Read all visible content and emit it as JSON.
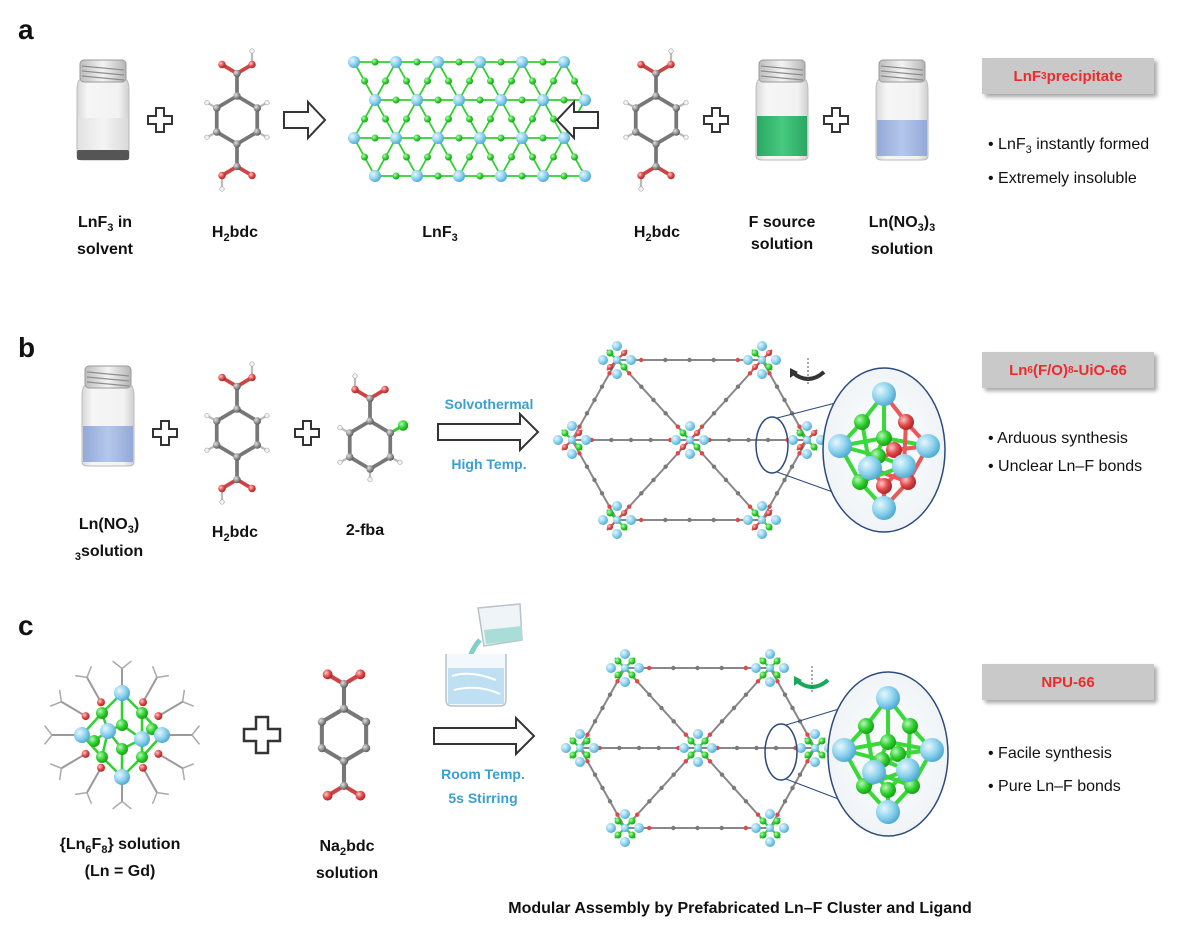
{
  "footer": "Modular Assembly by Prefabricated Ln–F Cluster and Ligand",
  "colors": {
    "atom_ln": "#8fd3ee",
    "atom_f": "#2fd12f",
    "atom_o": "#e04848",
    "carbon": "#8a8a8a",
    "accent_red": "#ee2b2b",
    "accent_blue": "#3a9fd1",
    "badge_bg": "#c9c9c9",
    "liquid_green": "#3cbf74",
    "liquid_blue": "#a7bde6"
  },
  "panel_a": {
    "letter": "a",
    "vial1_l1_pre": "LnF",
    "vial1_l1_sub": "3",
    "vial1_l1_post": " in",
    "vial1_l2": "solvent",
    "ligand1_pre": "H",
    "ligand1_sub": "2",
    "ligand1_post": "bdc",
    "product_pre": "LnF",
    "product_sub": "3",
    "ligand2_pre": "H",
    "ligand2_sub": "2",
    "ligand2_post": "bdc",
    "fsource_l1": "F source",
    "fsource_l2": "solution",
    "lnno3_l1_pre": "Ln(NO",
    "lnno3_l1_sub": "3",
    "lnno3_l1_post": ")",
    "lnno3_l1_sub2": "3",
    "lnno3_l2": "solution",
    "badge_pre": "LnF",
    "badge_sub": "3",
    "badge_post": " precipitate",
    "bullet1_pre": "• LnF",
    "bullet1_sub": "3",
    "bullet1_post": " instantly formed",
    "bullet2": "• Extremely insoluble"
  },
  "panel_b": {
    "letter": "b",
    "lnno3_l1_pre": "Ln(NO",
    "lnno3_l1_sub": "3",
    "lnno3_l1_post": ")",
    "lnno3_l2_sub": "3",
    "lnno3_l2": "solution",
    "ligand_pre": "H",
    "ligand_sub": "2",
    "ligand_post": "bdc",
    "modulator": "2-fba",
    "cond1": "Solvothermal",
    "cond2": "High Temp.",
    "badge_pre": "Ln",
    "badge_sub1": "6",
    "badge_mid": "(F/O)",
    "badge_sub2": "8",
    "badge_post": "-UiO-66",
    "bullet1": "• Arduous synthesis",
    "bullet2": "• Unclear Ln–F bonds"
  },
  "panel_c": {
    "letter": "c",
    "cluster_l1_pre": "{Ln",
    "cluster_l1_sub1": "6",
    "cluster_l1_mid": "F",
    "cluster_l1_sub2": "8",
    "cluster_l1_post": "} solution",
    "cluster_l2": "(Ln = Gd)",
    "ligand_l1_pre": "Na",
    "ligand_l1_sub": "2",
    "ligand_l1_post": "bdc",
    "ligand_l2": "solution",
    "cond1": "Room Temp.",
    "cond2": "5s Stirring",
    "badge": "NPU-66",
    "bullet1": "• Facile synthesis",
    "bullet2": "• Pure Ln–F bonds"
  }
}
